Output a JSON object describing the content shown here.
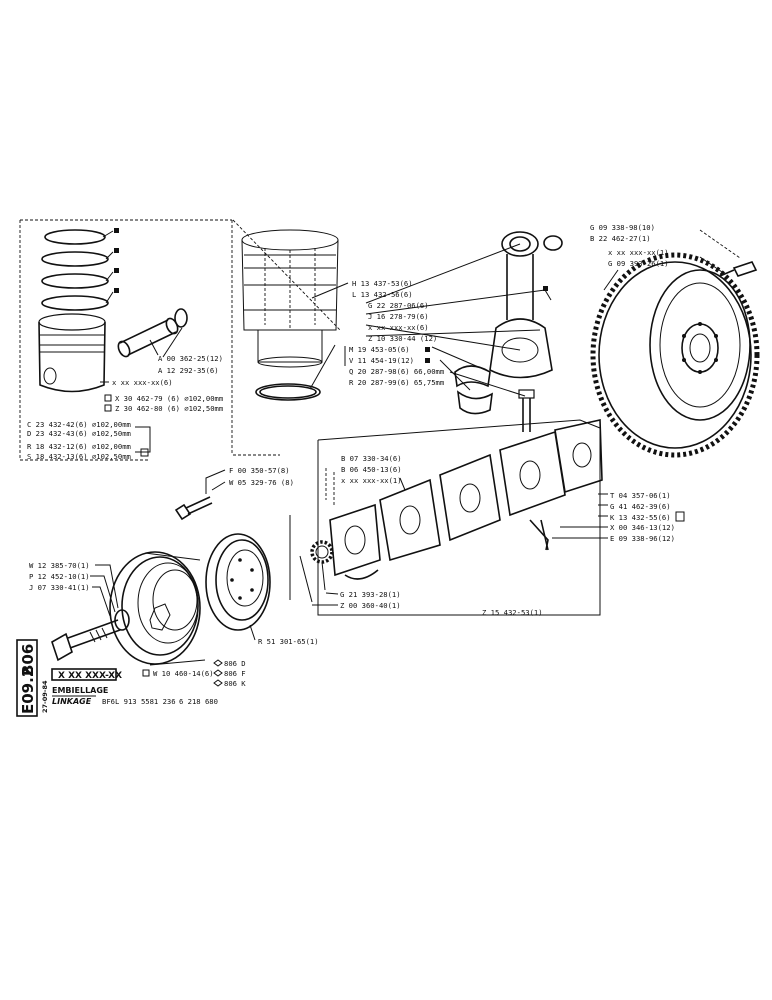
{
  "sheet": {
    "section_code": "B06",
    "page_code": "E09.2",
    "date": "27-09-84",
    "part_ref": "X XX XXX-XX",
    "title_fr": "EMBIELLAGE",
    "title_en": "LINKAGE",
    "engine": "BF6L 913 5581 236",
    "drawing_no": "6 218 680"
  },
  "piston_group": {
    "callouts": [
      "A 00 362-25(12)",
      "A 12 292-35(6)",
      "x xx xxx-xx(6)",
      "X 30 462-79 (6) ⌀102,00mm",
      "Z 30 462-80 (6) ⌀102,50mm",
      "C 23 432-42(6) ⌀102,00mm",
      "D 23 432-43(6) ⌀102,50mm",
      "R 18 432-12(6) ⌀102,00mm",
      "S 18 432-13(6) ⌀102,50mm"
    ]
  },
  "conrod_group": {
    "callouts": [
      "H 13 437-53(6)",
      "L 13 432-56(6)",
      "G 22 287-06(6)",
      "J 16 278-79(6)",
      "x xx xxx-xx(6)",
      "Z 10 330-44 (12)",
      "M 19 453-05(6)",
      "V 11 454-19(12)",
      "Q 20 287-98(6) 66,00mm",
      "R 20 287-99(6) 65,75mm"
    ]
  },
  "flywheel_group": {
    "callouts": [
      "G 09 338-98(10)",
      "B 22 462-27(1)",
      "x xx xxx-xx(1)",
      "G 09 393-26(1)"
    ]
  },
  "crank_group": {
    "callouts": [
      "B 07 330-34(6)",
      "B 06 450-13(6)",
      "x xx xxx-xx(1)",
      "T 04 357-06(1)",
      "G 41 462-39(6)",
      "K 13 432-55(6)",
      "X 00 346-13(12)",
      "E 09 338-96(12)",
      "G 21 393-28(1)",
      "Z 00 360-40(1)",
      "Z 15 432-53(1)"
    ]
  },
  "front_group": {
    "callouts": [
      "F 00 350-57(8)",
      "W 05 329-76 (8)",
      "W 12 385-70(1)",
      "P 12 452-10(1)",
      "J 07 330-41(1)",
      "R 51 301-65(1)",
      "W 10 460-14(6)"
    ],
    "variants": [
      "806 D",
      "806 F",
      "806 K"
    ]
  }
}
